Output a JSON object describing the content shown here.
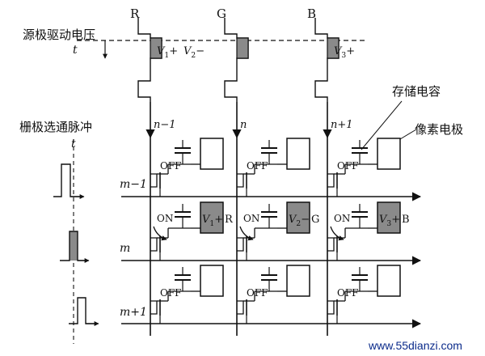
{
  "labels": {
    "source_title": "源极驱动电压",
    "gate_title": "栅极选通脉冲",
    "time_symbol": "t",
    "storage_cap": "存储电容",
    "pixel_electrode": "像素电极",
    "off": "OFF",
    "on": "ON",
    "watermark": "www.55dianzi.com"
  },
  "columns": [
    {
      "color": "R",
      "n": "n−1",
      "v_main": "V",
      "v_sub": "1",
      "v_sign": "+"
    },
    {
      "color": "G",
      "n": "n",
      "v_main": "V",
      "v_sub": "2",
      "v_sign": "−"
    },
    {
      "color": "B",
      "n": "n+1",
      "v_main": "V",
      "v_sub": "3",
      "v_sign": "+"
    }
  ],
  "rows": [
    "m−1",
    "m",
    "m+1"
  ],
  "active_pixels": [
    {
      "v_main": "V",
      "v_sub": "1",
      "v_sign": "+",
      "color": "R"
    },
    {
      "v_main": "V",
      "v_sub": "2",
      "v_sign": "−",
      "color": "G"
    },
    {
      "v_main": "V",
      "v_sub": "3",
      "v_sign": "+",
      "color": "B"
    }
  ],
  "colors": {
    "line": "#111111",
    "active_fill": "#8a8a8a",
    "watermark": "#0a2a8a"
  }
}
